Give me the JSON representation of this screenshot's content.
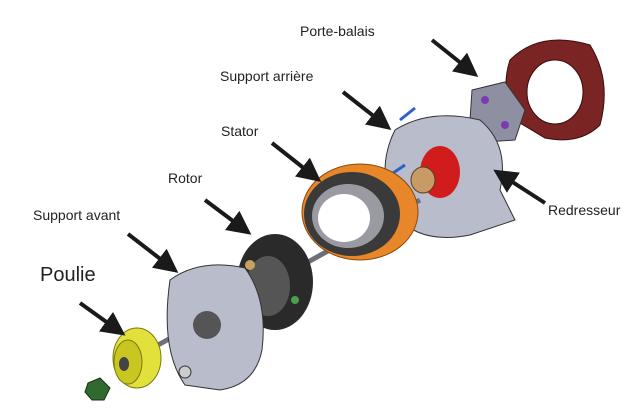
{
  "labels": {
    "porte_balais": "Porte-balais",
    "support_arriere": "Support arrière",
    "stator": "Stator",
    "rotor": "Rotor",
    "support_avant": "Support avant",
    "poulie": "Poulie",
    "redresseur": "Redresseur"
  },
  "colors": {
    "pulley": "#e2e03a",
    "stator": "#e8872a",
    "rotor": "#2a2a2a",
    "support": "#b9bccb",
    "cover": "#7a2424",
    "nut": "#2f6b2f",
    "rectifier_core": "#d11c1c"
  }
}
